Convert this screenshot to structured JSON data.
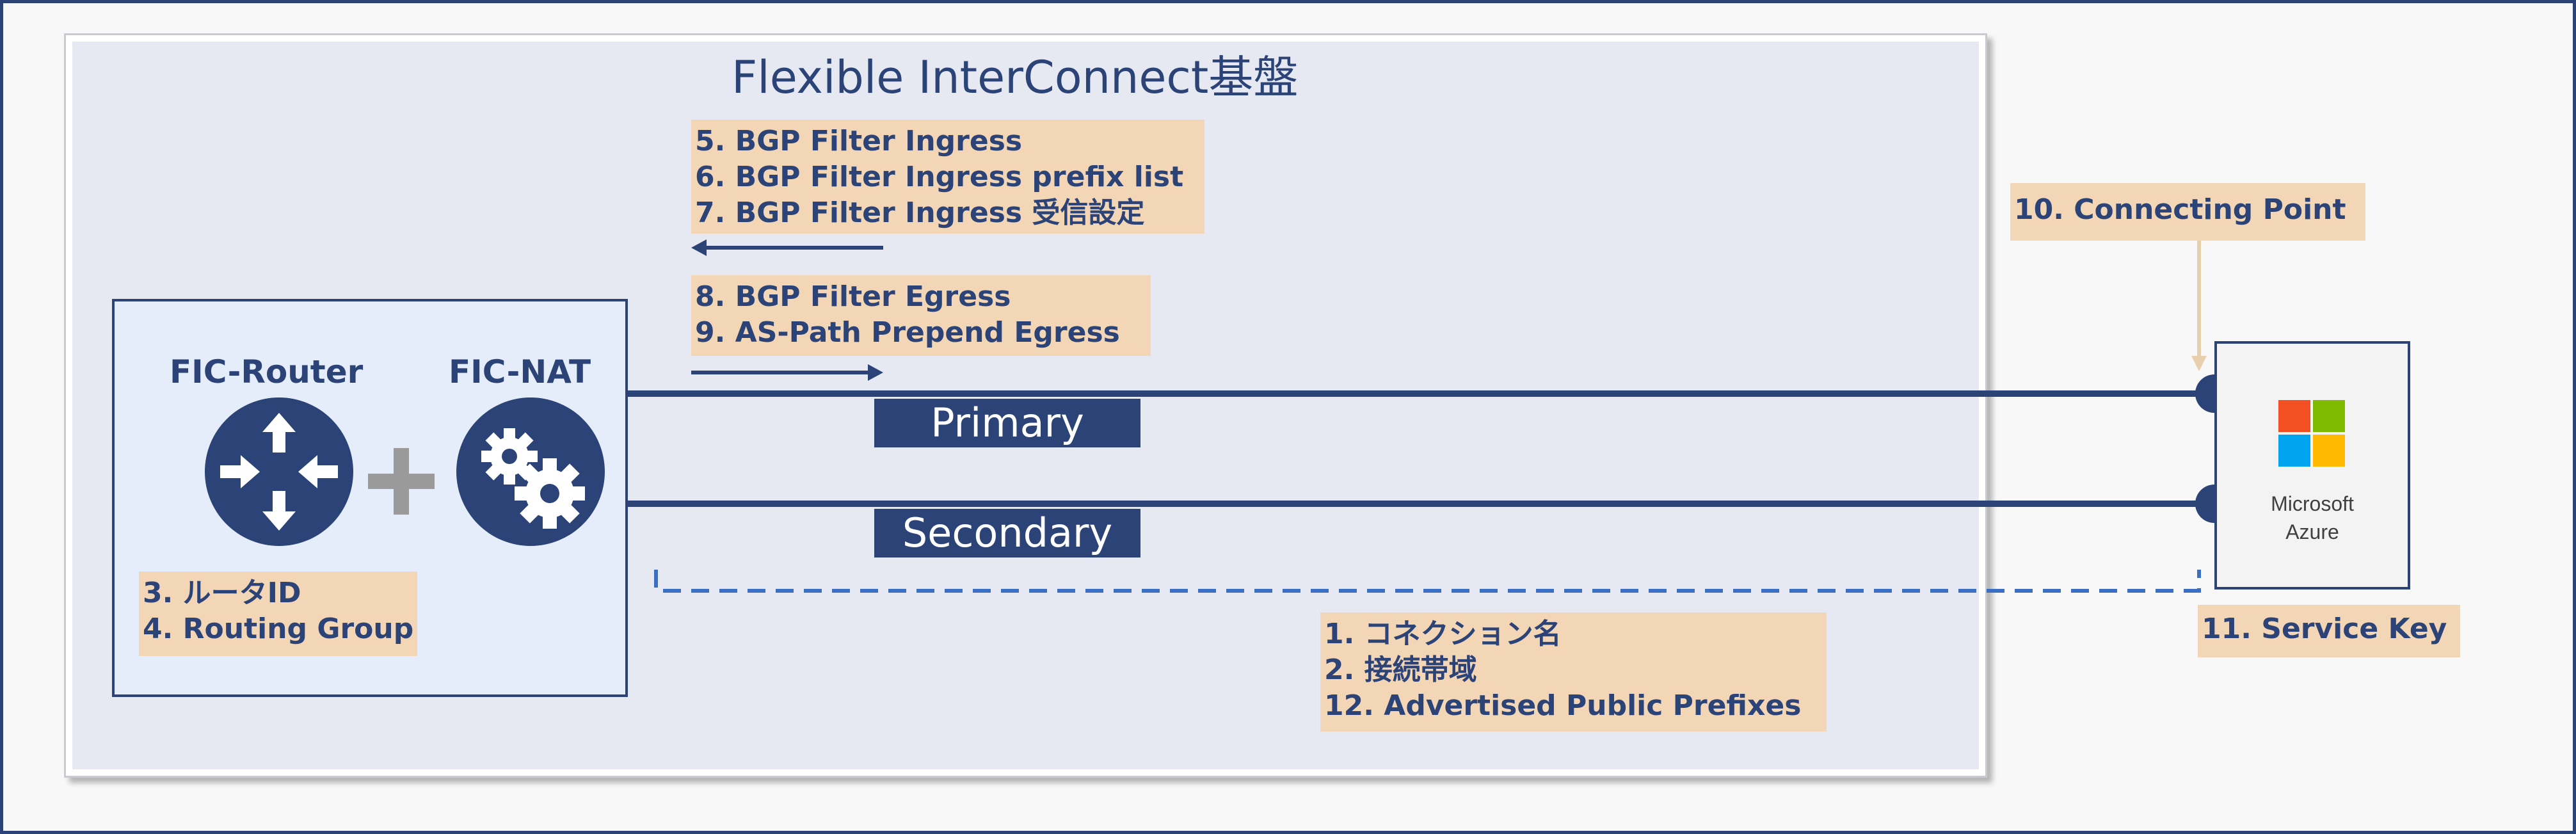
{
  "platform_title": "Flexible InterConnect基盤",
  "bgp_ingress": [
    "5. BGP Filter Ingress",
    "6. BGP Filter Ingress prefix list",
    "7. BGP Filter Ingress 受信設定"
  ],
  "bgp_egress": [
    "8. BGP Filter Egress",
    "9. AS-Path Prepend Egress"
  ],
  "router": {
    "label": "FIC-Router",
    "icon": "router-arrows-icon"
  },
  "nat": {
    "label": "FIC-NAT",
    "icon": "gears-icon"
  },
  "router_notes": [
    "3. ルータID",
    "4. Routing Group"
  ],
  "primary_label": "Primary",
  "secondary_label": "Secondary",
  "connection_notes": [
    "1. コネクション名",
    "2. 接続帯域",
    "12. Advertised Public Prefixes"
  ],
  "connecting_point": "10. Connecting Point",
  "service_key": "11. Service Key",
  "azure": {
    "line1": "Microsoft",
    "line2": "Azure",
    "logo_colors": [
      "#f25022",
      "#7fba00",
      "#00a4ef",
      "#ffb900"
    ]
  },
  "colors": {
    "navy": "#2b4376",
    "note_fill": "#f2d6b6",
    "dashed_line": "#3b6fc4",
    "connector": "#e8cfae"
  }
}
